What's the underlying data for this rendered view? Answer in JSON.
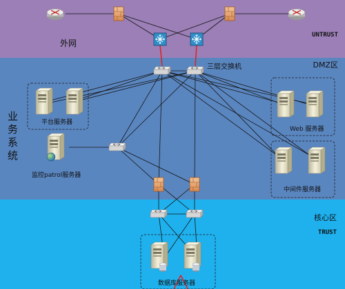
{
  "zones": {
    "untrust": {
      "name": "外网",
      "tag": "UNTRUST"
    },
    "dmz": {
      "tag": "DMZ区"
    },
    "core": {
      "name": "核心区",
      "tag": "TRUST"
    }
  },
  "side_label": "业务系统",
  "nodes": {
    "l3_switch": "三层交换机",
    "platform_servers": "平台服务器",
    "web_servers": "Web 服务器",
    "monitor_server": "监控patrol服务器",
    "middleware_servers": "中间件服务器",
    "db_servers": "数据库服务器"
  },
  "colors": {
    "untrust": "#9b7fb6",
    "dmz": "#5a86c0",
    "core": "#1fb1ee",
    "firewall": "#e8a36a",
    "red_link": "#d9262a"
  }
}
